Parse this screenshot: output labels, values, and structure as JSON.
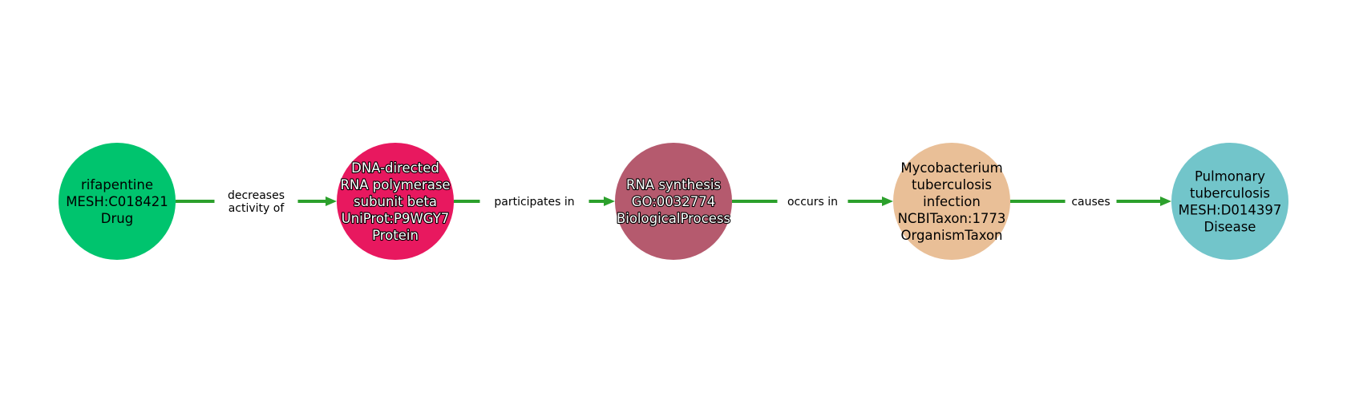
{
  "diagram": {
    "edge_color": "#2ca02c",
    "nodes": [
      {
        "id": "rifapentine",
        "lines": [
          "rifapentine",
          "MESH:C018421",
          "Drug"
        ],
        "color": "#00c46e",
        "text_style": "dark"
      },
      {
        "id": "rna-polymerase",
        "lines": [
          "DNA-directed",
          "RNA polymerase",
          "subunit beta",
          "UniProt:P9WGY7",
          "Protein"
        ],
        "color": "#e8185f",
        "text_style": "light"
      },
      {
        "id": "rna-synthesis",
        "lines": [
          "RNA synthesis",
          "GO:0032774",
          "BiologicalProcess"
        ],
        "color": "#b55a6e",
        "text_style": "light"
      },
      {
        "id": "mycobacterium",
        "lines": [
          "Mycobacterium",
          "tuberculosis",
          "infection",
          "NCBITaxon:1773",
          "OrganismTaxon"
        ],
        "color": "#e9bf97",
        "text_style": "dark"
      },
      {
        "id": "pulmonary-tb",
        "lines": [
          "Pulmonary",
          "tuberculosis",
          "MESH:D014397",
          "Disease"
        ],
        "color": "#72c5ca",
        "text_style": "dark"
      }
    ],
    "edges": [
      {
        "from": "rifapentine",
        "to": "rna-polymerase",
        "lines": [
          "decreases",
          "activity of"
        ]
      },
      {
        "from": "rna-polymerase",
        "to": "rna-synthesis",
        "lines": [
          "participates in"
        ]
      },
      {
        "from": "rna-synthesis",
        "to": "mycobacterium",
        "lines": [
          "occurs in"
        ]
      },
      {
        "from": "mycobacterium",
        "to": "pulmonary-tb",
        "lines": [
          "causes"
        ]
      }
    ]
  }
}
